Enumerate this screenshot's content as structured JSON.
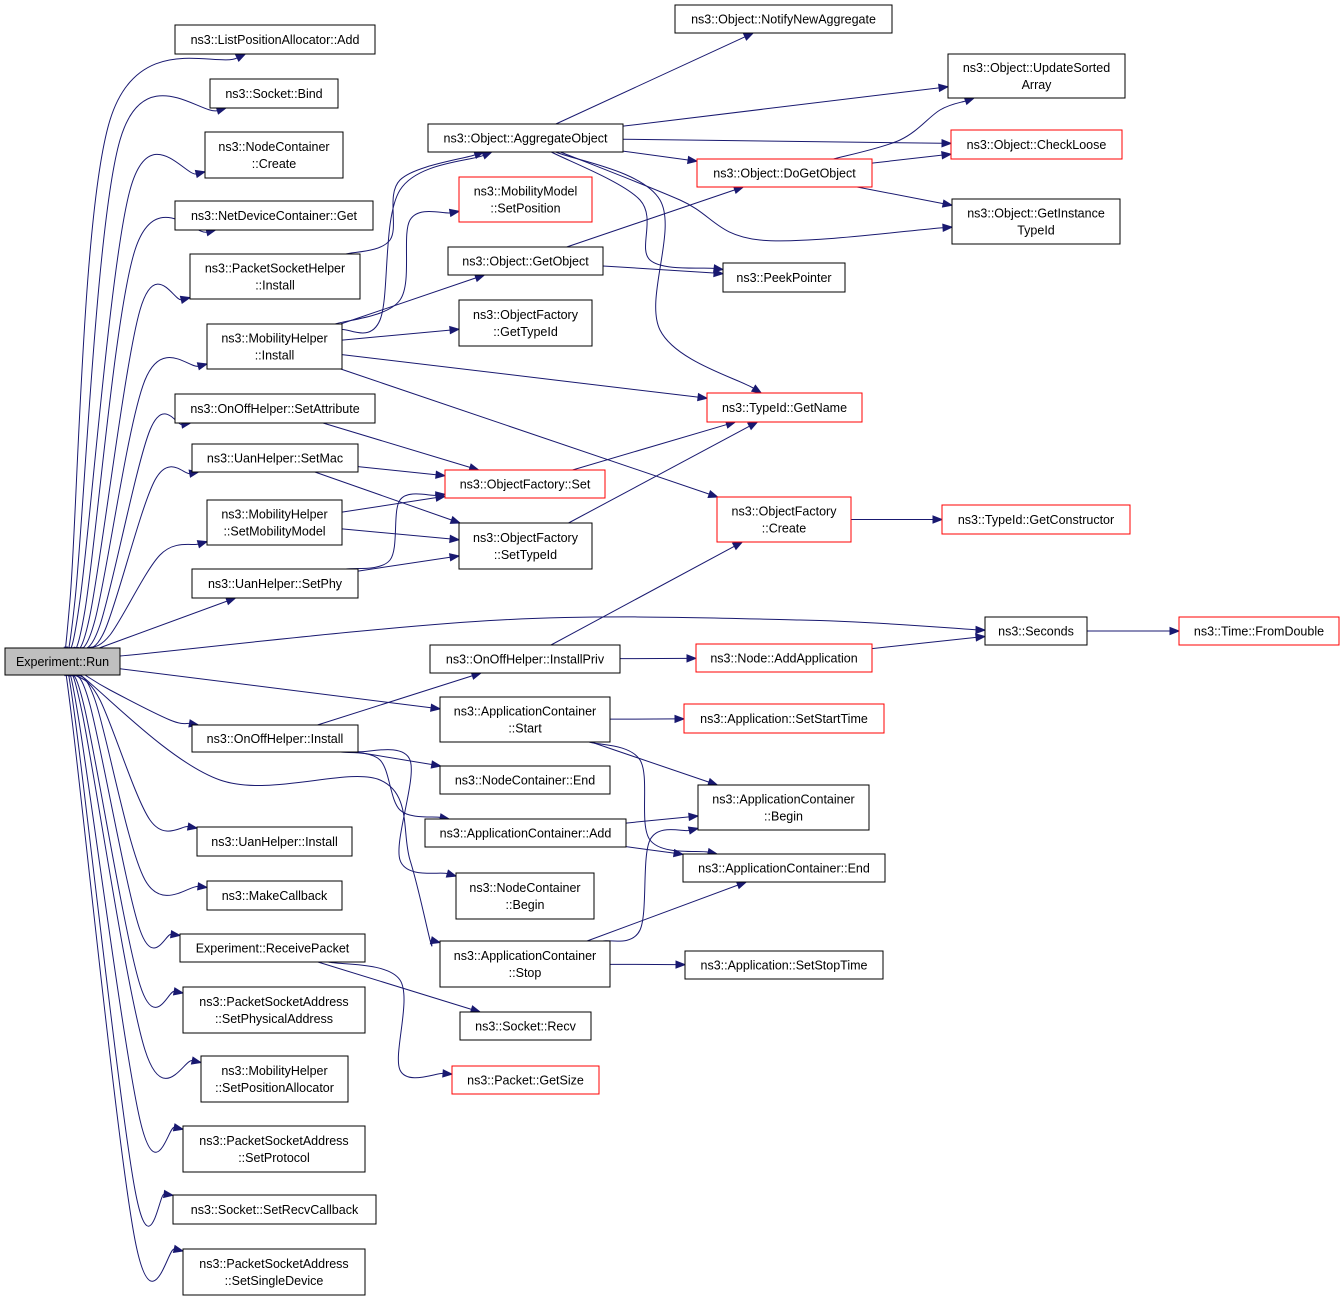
{
  "colors": {
    "edge": "#191970",
    "node_border": "#000000",
    "external_border": "#ff0000",
    "root_fill": "#bfbfbf",
    "background": "#ffffff"
  },
  "nodes": [
    {
      "id": "run",
      "lines": [
        "Experiment::Run"
      ],
      "root": true
    },
    {
      "id": "listposadd",
      "lines": [
        "ns3::ListPositionAllocator::Add"
      ]
    },
    {
      "id": "sockbind",
      "lines": [
        "ns3::Socket::Bind"
      ]
    },
    {
      "id": "nccreate",
      "lines": [
        "ns3::NodeContainer",
        "::Create"
      ]
    },
    {
      "id": "ndcget",
      "lines": [
        "ns3::NetDeviceContainer::Get"
      ]
    },
    {
      "id": "pshinstall",
      "lines": [
        "ns3::PacketSocketHelper",
        "::Install"
      ]
    },
    {
      "id": "mhinstall",
      "lines": [
        "ns3::MobilityHelper",
        "::Install"
      ]
    },
    {
      "id": "oohsetattr",
      "lines": [
        "ns3::OnOffHelper::SetAttribute"
      ]
    },
    {
      "id": "uhsetmac",
      "lines": [
        "ns3::UanHelper::SetMac"
      ]
    },
    {
      "id": "mhsetmob",
      "lines": [
        "ns3::MobilityHelper",
        "::SetMobilityModel"
      ]
    },
    {
      "id": "uhsetphy",
      "lines": [
        "ns3::UanHelper::SetPhy"
      ]
    },
    {
      "id": "oohinstall",
      "lines": [
        "ns3::OnOffHelper::Install"
      ]
    },
    {
      "id": "uhinstall",
      "lines": [
        "ns3::UanHelper::Install"
      ]
    },
    {
      "id": "makecb",
      "lines": [
        "ns3::MakeCallback"
      ]
    },
    {
      "id": "exprecv",
      "lines": [
        "Experiment::ReceivePacket"
      ]
    },
    {
      "id": "psasetphys",
      "lines": [
        "ns3::PacketSocketAddress",
        "::SetPhysicalAddress"
      ]
    },
    {
      "id": "mhsetpos",
      "lines": [
        "ns3::MobilityHelper",
        "::SetPositionAllocator"
      ]
    },
    {
      "id": "psasetproto",
      "lines": [
        "ns3::PacketSocketAddress",
        "::SetProtocol"
      ]
    },
    {
      "id": "socksetrecv",
      "lines": [
        "ns3::Socket::SetRecvCallback"
      ]
    },
    {
      "id": "psasetsingle",
      "lines": [
        "ns3::PacketSocketAddress",
        "::SetSingleDevice"
      ]
    },
    {
      "id": "aggobj",
      "lines": [
        "ns3::Object::AggregateObject"
      ]
    },
    {
      "id": "mmsetpos",
      "lines": [
        "ns3::MobilityModel",
        "::SetPosition"
      ],
      "external": true
    },
    {
      "id": "getobj",
      "lines": [
        "ns3::Object::GetObject"
      ]
    },
    {
      "id": "ofgettid",
      "lines": [
        "ns3::ObjectFactory",
        "::GetTypeId"
      ]
    },
    {
      "id": "ofset",
      "lines": [
        "ns3::ObjectFactory::Set"
      ],
      "external": true
    },
    {
      "id": "ofsettid",
      "lines": [
        "ns3::ObjectFactory",
        "::SetTypeId"
      ]
    },
    {
      "id": "oohinstpriv",
      "lines": [
        "ns3::OnOffHelper::InstallPriv"
      ]
    },
    {
      "id": "acstart",
      "lines": [
        "ns3::ApplicationContainer",
        "::Start"
      ]
    },
    {
      "id": "ncend",
      "lines": [
        "ns3::NodeContainer::End"
      ]
    },
    {
      "id": "acadd",
      "lines": [
        "ns3::ApplicationContainer::Add"
      ]
    },
    {
      "id": "ncbegin",
      "lines": [
        "ns3::NodeContainer",
        "::Begin"
      ]
    },
    {
      "id": "acstop",
      "lines": [
        "ns3::ApplicationContainer",
        "::Stop"
      ]
    },
    {
      "id": "sockrecv",
      "lines": [
        "ns3::Socket::Recv"
      ]
    },
    {
      "id": "pktgetsize",
      "lines": [
        "ns3::Packet::GetSize"
      ],
      "external": true
    },
    {
      "id": "notifyagg",
      "lines": [
        "ns3::Object::NotifyNewAggregate"
      ]
    },
    {
      "id": "dogetobj",
      "lines": [
        "ns3::Object::DoGetObject"
      ],
      "external": true
    },
    {
      "id": "peekptr",
      "lines": [
        "ns3::PeekPointer"
      ]
    },
    {
      "id": "tidgetname",
      "lines": [
        "ns3::TypeId::GetName"
      ],
      "external": true
    },
    {
      "id": "ofcreate",
      "lines": [
        "ns3::ObjectFactory",
        "::Create"
      ],
      "external": true
    },
    {
      "id": "nodeaddapp",
      "lines": [
        "ns3::Node::AddApplication"
      ],
      "external": true
    },
    {
      "id": "appsetstart",
      "lines": [
        "ns3::Application::SetStartTime"
      ],
      "external": true
    },
    {
      "id": "acbegin",
      "lines": [
        "ns3::ApplicationContainer",
        "::Begin"
      ]
    },
    {
      "id": "acend",
      "lines": [
        "ns3::ApplicationContainer::End"
      ]
    },
    {
      "id": "appsetstop",
      "lines": [
        "ns3::Application::SetStopTime"
      ]
    },
    {
      "id": "updsorted",
      "lines": [
        "ns3::Object::UpdateSorted",
        "Array"
      ]
    },
    {
      "id": "checkloose",
      "lines": [
        "ns3::Object::CheckLoose"
      ],
      "external": true
    },
    {
      "id": "getinsttid",
      "lines": [
        "ns3::Object::GetInstance",
        "TypeId"
      ]
    },
    {
      "id": "tidgetctor",
      "lines": [
        "ns3::TypeId::GetConstructor"
      ],
      "external": true
    },
    {
      "id": "seconds",
      "lines": [
        "ns3::Seconds"
      ]
    },
    {
      "id": "timefromdbl",
      "lines": [
        "ns3::Time::FromDouble"
      ],
      "external": true
    }
  ],
  "edges": [
    [
      "run",
      "listposadd"
    ],
    [
      "run",
      "sockbind"
    ],
    [
      "run",
      "nccreate"
    ],
    [
      "run",
      "ndcget"
    ],
    [
      "run",
      "pshinstall"
    ],
    [
      "run",
      "mhinstall"
    ],
    [
      "run",
      "oohsetattr"
    ],
    [
      "run",
      "uhsetmac"
    ],
    [
      "run",
      "mhsetmob"
    ],
    [
      "run",
      "uhsetphy"
    ],
    [
      "run",
      "oohinstall"
    ],
    [
      "run",
      "uhinstall"
    ],
    [
      "run",
      "makecb"
    ],
    [
      "run",
      "exprecv"
    ],
    [
      "run",
      "psasetphys"
    ],
    [
      "run",
      "mhsetpos"
    ],
    [
      "run",
      "psasetproto"
    ],
    [
      "run",
      "socksetrecv"
    ],
    [
      "run",
      "psasetsingle"
    ],
    [
      "run",
      "seconds"
    ],
    [
      "run",
      "acstart"
    ],
    [
      "run",
      "acstop"
    ],
    [
      "pshinstall",
      "aggobj"
    ],
    [
      "mhinstall",
      "aggobj"
    ],
    [
      "mhinstall",
      "mmsetpos"
    ],
    [
      "mhinstall",
      "getobj"
    ],
    [
      "mhinstall",
      "ofgettid"
    ],
    [
      "mhinstall",
      "tidgetname"
    ],
    [
      "mhinstall",
      "ofcreate"
    ],
    [
      "oohsetattr",
      "ofset"
    ],
    [
      "uhsetmac",
      "ofset"
    ],
    [
      "uhsetmac",
      "ofsettid"
    ],
    [
      "mhsetmob",
      "ofset"
    ],
    [
      "mhsetmob",
      "ofsettid"
    ],
    [
      "uhsetphy",
      "ofset"
    ],
    [
      "uhsetphy",
      "ofsettid"
    ],
    [
      "oohinstall",
      "oohinstpriv"
    ],
    [
      "oohinstall",
      "ncend"
    ],
    [
      "oohinstall",
      "acadd"
    ],
    [
      "oohinstall",
      "ncbegin"
    ],
    [
      "exprecv",
      "sockrecv"
    ],
    [
      "exprecv",
      "pktgetsize"
    ],
    [
      "aggobj",
      "notifyagg"
    ],
    [
      "aggobj",
      "updsorted"
    ],
    [
      "aggobj",
      "checkloose"
    ],
    [
      "aggobj",
      "dogetobj"
    ],
    [
      "aggobj",
      "getinsttid"
    ],
    [
      "aggobj",
      "peekptr"
    ],
    [
      "aggobj",
      "tidgetname"
    ],
    [
      "getobj",
      "dogetobj"
    ],
    [
      "getobj",
      "peekptr"
    ],
    [
      "ofset",
      "tidgetname"
    ],
    [
      "ofsettid",
      "tidgetname"
    ],
    [
      "oohinstpriv",
      "ofcreate"
    ],
    [
      "oohinstpriv",
      "nodeaddapp"
    ],
    [
      "acstart",
      "appsetstart"
    ],
    [
      "acstart",
      "acbegin"
    ],
    [
      "acstart",
      "acend"
    ],
    [
      "acadd",
      "acbegin"
    ],
    [
      "acadd",
      "acend"
    ],
    [
      "acstop",
      "appsetstop"
    ],
    [
      "acstop",
      "acbegin"
    ],
    [
      "acstop",
      "acend"
    ],
    [
      "dogetobj",
      "updsorted"
    ],
    [
      "dogetobj",
      "checkloose"
    ],
    [
      "dogetobj",
      "getinsttid"
    ],
    [
      "ofcreate",
      "tidgetctor"
    ],
    [
      "nodeaddapp",
      "seconds"
    ],
    [
      "seconds",
      "timefromdbl"
    ]
  ]
}
